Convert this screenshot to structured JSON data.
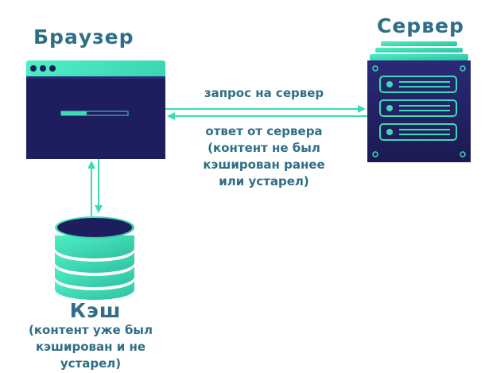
{
  "labels": {
    "browser_title": "Браузер",
    "server_title": "Сервер",
    "cache_title": "Кэш",
    "request_label": "запрос на сервер",
    "response_line1": "ответ от сервера",
    "response_line2": "(контент не был",
    "response_line3": "кэширован ранее",
    "response_line4": "или устарел)",
    "cache_note_line1": "(контент уже был",
    "cache_note_line2": "кэширован и не",
    "cache_note_line3": "устарел)"
  },
  "colors": {
    "accent": "#3ddbb4",
    "dark": "#1e1d5e",
    "text": "#2e6e86"
  },
  "icons": {
    "browser": "browser-window-icon",
    "server": "server-rack-icon",
    "cache": "database-icon"
  }
}
